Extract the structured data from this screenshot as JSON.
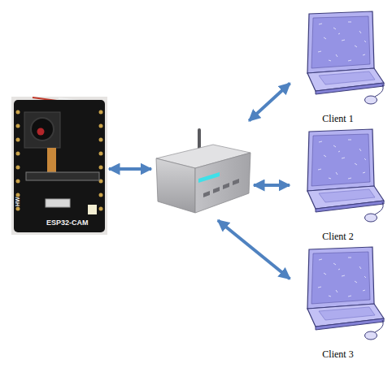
{
  "diagram": {
    "nodes": [
      {
        "text": [
          "HW",
          "ESP32-CAM"
        ]
      },
      {
        "text": []
      },
      {
        "text": [
          "Client 1"
        ]
      },
      {
        "text": [
          "Client 2"
        ]
      },
      {
        "text": [
          "Client 3"
        ]
      }
    ],
    "edges": [
      {
        "from": 0,
        "to": 1,
        "arrow": "both"
      },
      {
        "from": 1,
        "to": 2,
        "arrow": "both"
      },
      {
        "from": 1,
        "to": 3,
        "arrow": "both"
      },
      {
        "from": 1,
        "to": 4,
        "arrow": "both"
      }
    ]
  }
}
